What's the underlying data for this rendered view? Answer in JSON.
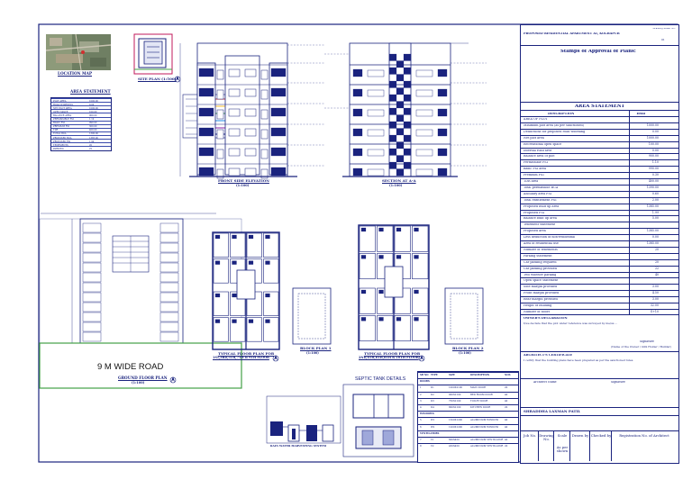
{
  "sheet": {
    "project_title": "PROPOSED RESIDENTIAL APARTMENT AT, KOLHAPUR",
    "sheet_no_label": "Drawing Sheet No.",
    "sheet_no": "01",
    "approval_title": "Stamps of Approval of Plans:"
  },
  "labels": {
    "location_map": "LOCATION MAP",
    "site_plan": "SITE PLAN (1:500)",
    "area_statement_small": "AREA STATEMENT",
    "front_elevation": "FRONT SIDE ELEVATION",
    "front_elevation_scale": "(1:100)",
    "section": "SECTION AT A-A",
    "section_scale": "(1:100)",
    "road": "9 M WIDE ROAD",
    "ground_floor_plan": "GROUND FLOOR PLAN",
    "ground_floor_scale": "(1:100)",
    "typical_floor_1": "TYPICAL FLOOR PLAN FOR",
    "typical_floor_1_sub": "1ST,3RD,5TH,7TH & 9TH FLOOR",
    "block_plan_1": "BLOCK PLAN 1",
    "block_plan_1_scale": "(1:100)",
    "typical_floor_2": "TYPICAL FLOOR PLAN FOR",
    "typical_floor_2_sub": "2ND,4TH,6TH,8TH & 10TH FLOOR",
    "block_plan_2": "BLOCK PLAN 2",
    "block_plan_2_scale": "(1:100)",
    "septic_tank": "SEPTIC TANK DETAILS",
    "rainwater": "RAIN WATER HARVESTING SYSTEM"
  },
  "area_statement": {
    "title": "AREA STATEMENT",
    "header": {
      "description": "DESCRIPTION",
      "value": "Total"
    },
    "rows": [
      {
        "label": "AREA OF PLOT",
        "value": ""
      },
      {
        "label": "Minimum plot area (as per sanctioned)",
        "value": "1000.00"
      },
      {
        "label": "Deductions for proposed road widening",
        "value": "0.00"
      },
      {
        "label": "Net plot area",
        "value": "1000.00"
      },
      {
        "label": "Recreational open space",
        "value": "100.00"
      },
      {
        "label": "Internal road area",
        "value": "0.00"
      },
      {
        "label": "Balance area of plot",
        "value": "900.00"
      },
      {
        "label": "Permissible FSI",
        "value": "1.10"
      },
      {
        "label": "Basic FSI area",
        "value": "990.00"
      },
      {
        "label": "Premium FSI",
        "value": "0.30"
      },
      {
        "label": "TDR area",
        "value": "400.00"
      },
      {
        "label": "Total permissible BUA",
        "value": "1390.00"
      },
      {
        "label": "Ancillary area FSI",
        "value": "0.60"
      },
      {
        "label": "Total entitlement FSI",
        "value": "2.00"
      },
      {
        "label": "Proposed built up area",
        "value": "1385.00"
      },
      {
        "label": "Proposed FSI",
        "value": "1.99"
      },
      {
        "label": "Balance built up area",
        "value": "5.00"
      },
      {
        "label": "Tenement statement",
        "value": ""
      },
      {
        "label": "Proposed area",
        "value": "1385.00"
      },
      {
        "label": "Less deduction of non-residential",
        "value": "0.00"
      },
      {
        "label": "Area of residential use",
        "value": "1385.00"
      },
      {
        "label": "Number of tenements",
        "value": "20"
      },
      {
        "label": "Parking statement",
        "value": ""
      },
      {
        "label": "Car parking required",
        "value": "20"
      },
      {
        "label": "Car parking provided",
        "value": "22"
      },
      {
        "label": "Two wheeler parking",
        "value": "40"
      },
      {
        "label": "Open space statement",
        "value": ""
      },
      {
        "label": "Side margin provided",
        "value": "3.00"
      },
      {
        "label": "Front margin provided",
        "value": "4.50"
      },
      {
        "label": "Rear margin provided",
        "value": "3.00"
      },
      {
        "label": "Height of building",
        "value": "32.00"
      },
      {
        "label": "Number of floors",
        "value": "G+10"
      }
    ]
  },
  "certificates": {
    "title_1": "OWNER'S DECLARATION",
    "body_1": "I/we declare that the plot under reference was surveyed by me/us ...",
    "signature_label": "Signature",
    "owner_line": "(Name of the Owner / GPA Holder / Builder)",
    "title_2": "ARCHITECT'S CERTIFICATE",
    "body_2": "I certify that the building plans have been prepared as per the sanctioned rules.",
    "arch_name_label": "Architect Name",
    "arch_sign_label": "Signature",
    "architect_name": "SHRADDHA LAXMAN PATIL"
  },
  "bottom_table": {
    "headers": [
      "Job No.",
      "Drawing No.",
      "Scale",
      "Drawn by",
      "Checked by",
      "Registration No. of Architect"
    ],
    "values": [
      "",
      "",
      "As per shown",
      "",
      "",
      ""
    ]
  },
  "schedule": {
    "headers": [
      "SR NO",
      "TYPE",
      "SIZE",
      "DESCRIPTION",
      "NOS"
    ],
    "groups": [
      {
        "title": "DOORS",
        "rows": [
          [
            "1",
            "D1",
            "1000X2100",
            "MAIN DOOR",
            "20"
          ],
          [
            "2",
            "D2",
            "900X2100",
            "BED ROOM DOOR",
            "40"
          ],
          [
            "3",
            "D3",
            "750X2100",
            "TOILET DOOR",
            "40"
          ],
          [
            "4",
            "D4",
            "800X2100",
            "KITCHEN DOOR",
            "20"
          ]
        ]
      },
      {
        "title": "WINDOWS",
        "rows": [
          [
            "5",
            "W1",
            "1500X1200",
            "ALUMINIUM WINDOW",
            "40"
          ],
          [
            "6",
            "W2",
            "1200X1200",
            "ALUMINIUM WINDOW",
            "40"
          ]
        ]
      },
      {
        "title": "VENTILATORS",
        "rows": [
          [
            "7",
            "V1",
            "600X450",
            "ALUMINIUM VENTILATOR",
            "40"
          ],
          [
            "8",
            "V2",
            "450X450",
            "ALUMINIUM VENTILATOR",
            "20"
          ]
        ]
      }
    ]
  },
  "small_area": {
    "rows": [
      [
        "PLOT AREA",
        "1000.00"
      ],
      [
        "ROAD WIDENING",
        "0.00"
      ],
      [
        "NET PLOT AREA",
        "1000.00"
      ],
      [
        "OPEN SPACE",
        "100.00"
      ],
      [
        "BALANCE AREA",
        "900.00"
      ],
      [
        "PERMISSIBLE FSI",
        "1.10"
      ],
      [
        "BASIC FSI",
        "990.00"
      ],
      [
        "PREMIUM FSI",
        "300.00"
      ],
      [
        "TDR",
        "400.00"
      ],
      [
        "TOTAL BUA",
        "1390.00"
      ],
      [
        "PROPOSED BUA",
        "1385.00"
      ],
      [
        "PROPOSED FSI",
        "1.99"
      ],
      [
        "TENEMENTS",
        "20"
      ],
      [
        "PARKING",
        "22"
      ]
    ]
  },
  "colors": {
    "ink": "#1a237e",
    "green": "#2e7d32",
    "magenta": "#c2185b",
    "road_border": "#43a047"
  }
}
